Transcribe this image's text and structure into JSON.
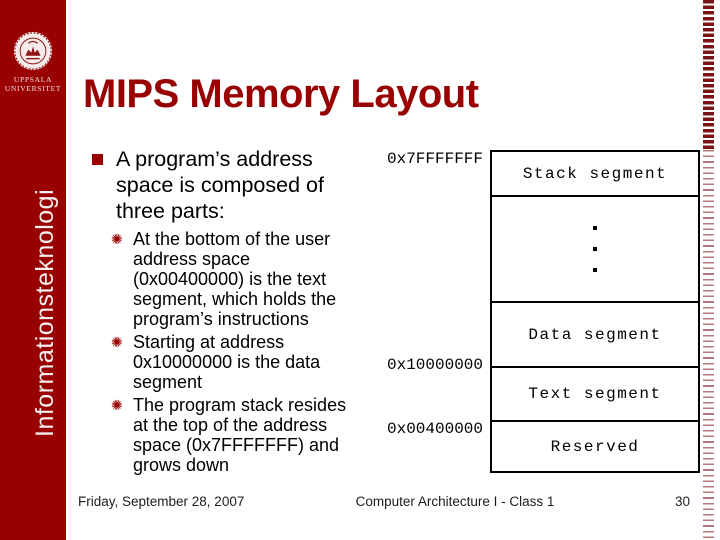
{
  "title": "MIPS Memory Layout",
  "sidebar": {
    "university_line1": "UPPSALA",
    "university_line2": "UNIVERSITET",
    "department": "Informationsteknologi"
  },
  "bullets": {
    "main": "A program’s address\nspace is composed of\nthree parts:",
    "sub_marker": "✺",
    "sub": [
      {
        "text": "At the bottom of the user\naddress space\n(0x00400000) is the text\nsegment, which holds the\nprogram’s instructions"
      },
      {
        "text": "Starting at address\n0x10000000 is the data\nsegment"
      },
      {
        "text": "The program stack resides\nat the top of the address\nspace (0x7FFFFFFF) and\ngrows down"
      }
    ]
  },
  "diagram": {
    "addresses": [
      {
        "value": "0x7FFFFFFF"
      },
      {
        "value": "0x10000000"
      },
      {
        "value": "0x00400000"
      }
    ],
    "segments": [
      {
        "label": "Stack segment"
      },
      {
        "label": "Data segment"
      },
      {
        "label": "Text segment"
      },
      {
        "label": "Reserved"
      }
    ]
  },
  "footer": {
    "date": "Friday, September 28, 2007",
    "course": "Computer Architecture I - Class 1",
    "page": "30"
  },
  "colors": {
    "accent": "#990000",
    "dash_top": "#7a1416",
    "dash_bottom": "#b5797b"
  }
}
